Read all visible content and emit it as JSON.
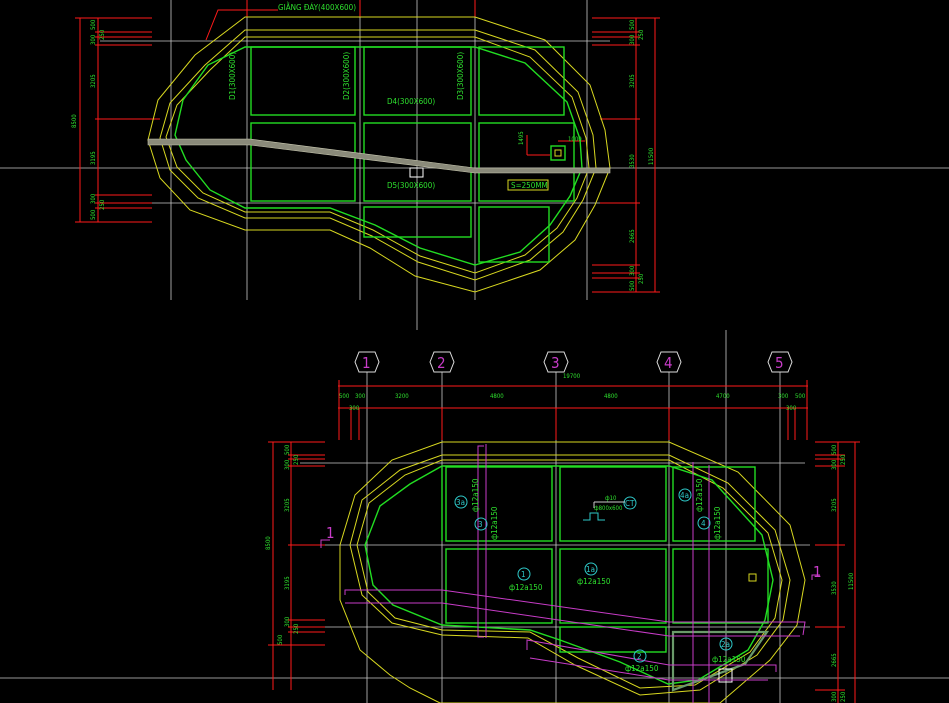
{
  "colors": {
    "background": "#000000",
    "dimension": "#ff1a1a",
    "outline": "#d8d820",
    "beam": "#22dd22",
    "rebar": "#c83cc8",
    "grid": "#c8c8c8",
    "tag": "#2ec8c8"
  },
  "top_plan": {
    "label_beam_bottom": "GIẰNG ĐÁY(400X600)",
    "beams": [
      "D1(300X600)",
      "D2(300X600)",
      "D3(300X600)",
      "D4(300X600)",
      "D5(300X600)"
    ],
    "slope_label": "S=250MM",
    "small_dims": [
      "1495",
      "1000"
    ],
    "left_dims": [
      "500",
      "300",
      "250",
      "3205",
      "3195",
      "300",
      "500",
      "250",
      "8500"
    ],
    "right_dims": [
      "500",
      "300",
      "250",
      "3205",
      "3530",
      "2665",
      "300",
      "500",
      "250",
      "11500"
    ]
  },
  "bottom_plan": {
    "axes": [
      "1",
      "2",
      "3",
      "4",
      "5"
    ],
    "total_dim": "19700",
    "top_dims": [
      "500",
      "300",
      "3200",
      "4800",
      "4800",
      "4700",
      "300",
      "500"
    ],
    "sub_dims": [
      "300",
      "300"
    ],
    "left_dims": [
      "500",
      "300",
      "250",
      "3205",
      "3195",
      "300",
      "500",
      "250",
      "8500"
    ],
    "right_dims": [
      "500",
      "300",
      "250",
      "3205",
      "3530",
      "2665",
      "300",
      "250",
      "11500"
    ],
    "section_marks": [
      "1",
      "1"
    ],
    "rebar_tags": [
      "3a",
      "3",
      "4a",
      "4",
      "1",
      "1a",
      "2",
      "2a",
      "CT"
    ],
    "rebar_labels": [
      "ф12a150",
      "ф12a150",
      "ф12a150",
      "ф12a150",
      "ф12a150",
      "ф12a150",
      "ф12a150",
      "ф12a150"
    ],
    "column_detail": [
      "ф10",
      "ф800x600"
    ]
  }
}
